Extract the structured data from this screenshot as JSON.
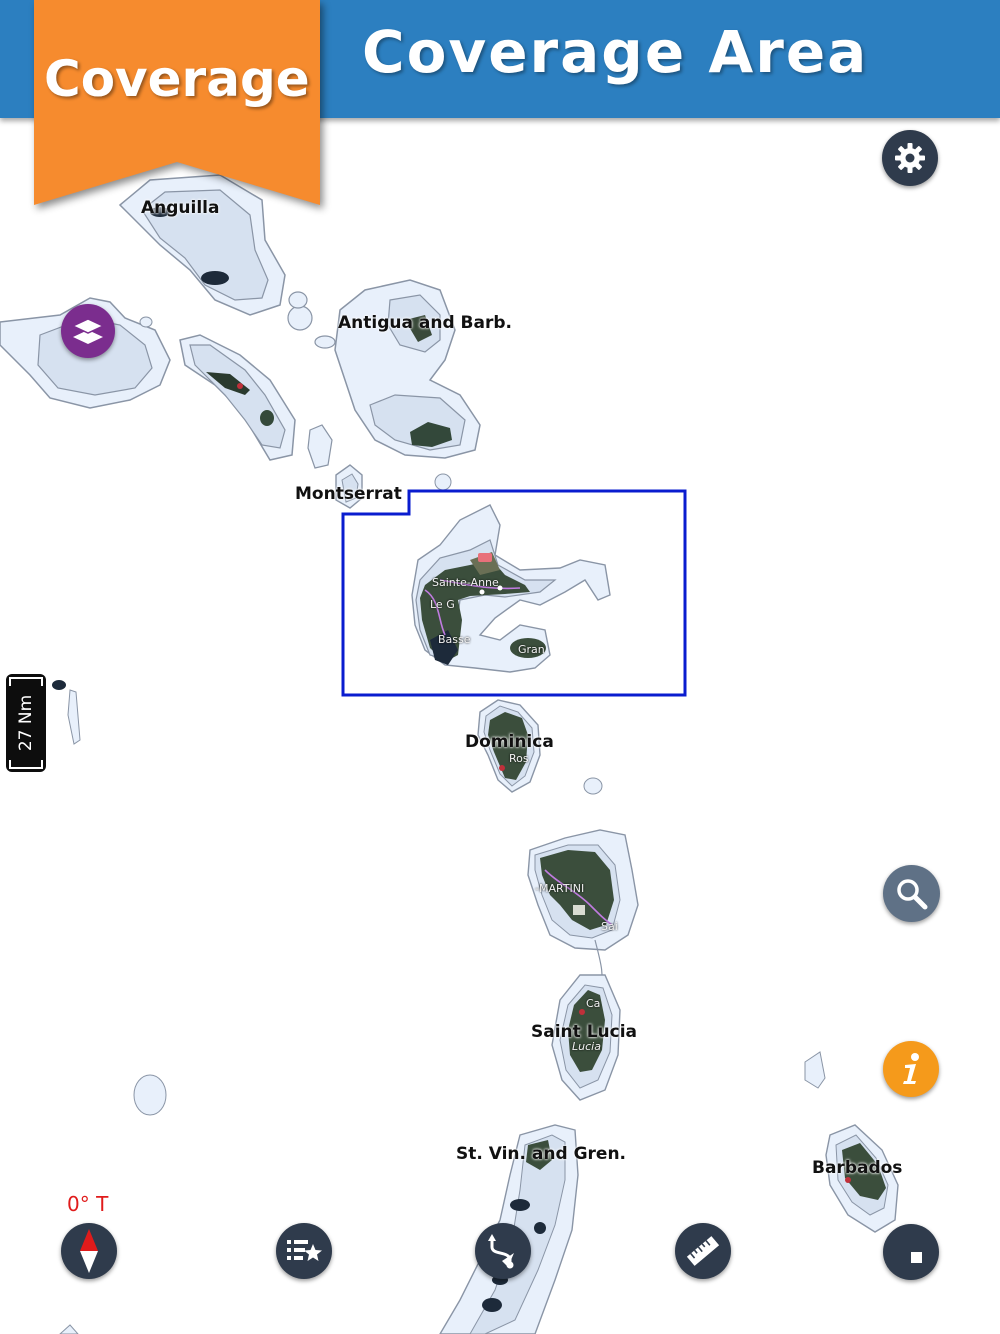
{
  "header": {
    "title": "Coverage Area",
    "ribbon_label": "Coverage"
  },
  "map": {
    "island_labels": [
      "Anguilla",
      "Antigua and Barb.",
      "Montserrat",
      "Dominica",
      "Saint Lucia",
      "St. Vin. and Gren.",
      "Barbados"
    ],
    "town_labels": [
      "Sainte-Anne",
      "Le G",
      "Basse",
      "Gran",
      "Ros",
      "-MARTINI",
      "Sai",
      "Ca",
      "Lucia"
    ]
  },
  "scale_bar": {
    "label": "27 Nm"
  },
  "heading": {
    "readout": "0° T"
  },
  "icons": {
    "settings": "gear-icon",
    "layers": "layers-icon",
    "search": "search-icon",
    "info": "info-icon",
    "compass": "compass-icon",
    "favorites": "favorites-list-icon",
    "route": "route-icon",
    "measure": "ruler-icon",
    "stop": "stop-icon"
  },
  "colors": {
    "header": "#2c7fc0",
    "ribbon": "#f68b2e",
    "coverage_box": "#0a1ccf",
    "shallow_water": "#d6e1f0",
    "deep_contour": "#e8f0fb",
    "buttons": "#2f3b4c",
    "layers_button": "#7b2d8e",
    "info_button": "#f59a1b",
    "heading_text": "#e01b1b"
  }
}
